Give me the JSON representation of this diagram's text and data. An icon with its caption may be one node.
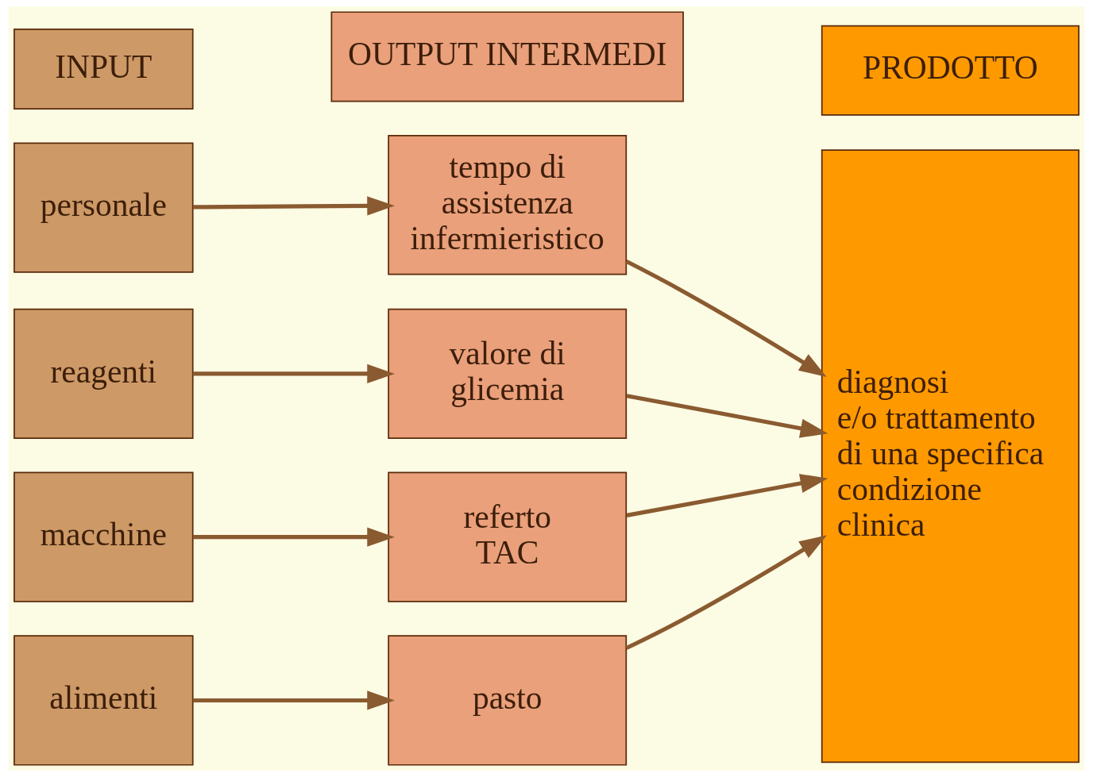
{
  "diagram": {
    "nodes": [
      {
        "text": [
          "INPUT"
        ]
      },
      {
        "text": [
          "OUTPUT INTERMEDI"
        ]
      },
      {
        "text": [
          "PRODOTTO"
        ]
      },
      {
        "text": [
          "personale"
        ]
      },
      {
        "text": [
          "tempo di assistenza infermieristico"
        ]
      },
      {
        "text": [
          "diagnosi e/o trattamento di una specifica condizione clinica"
        ]
      },
      {
        "text": [
          "reagenti"
        ]
      },
      {
        "text": [
          "valore di glicemia"
        ]
      },
      {
        "text": [
          "macchine"
        ]
      },
      {
        "text": [
          "referto TAC"
        ]
      },
      {
        "text": [
          "alimenti"
        ]
      },
      {
        "text": [
          "pasto"
        ]
      }
    ],
    "edges": [
      {
        "from": 3,
        "to": 4,
        "arrow": "to"
      },
      {
        "from": 4,
        "to": 5,
        "arrow": "to"
      },
      {
        "from": 6,
        "to": 7,
        "arrow": "to"
      },
      {
        "from": 7,
        "to": 5,
        "arrow": "to"
      },
      {
        "from": 8,
        "to": 9,
        "arrow": "to"
      },
      {
        "from": 9,
        "to": 5,
        "arrow": "to"
      },
      {
        "from": 10,
        "to": 11,
        "arrow": "to"
      },
      {
        "from": 11,
        "to": 5,
        "arrow": "to"
      }
    ]
  }
}
